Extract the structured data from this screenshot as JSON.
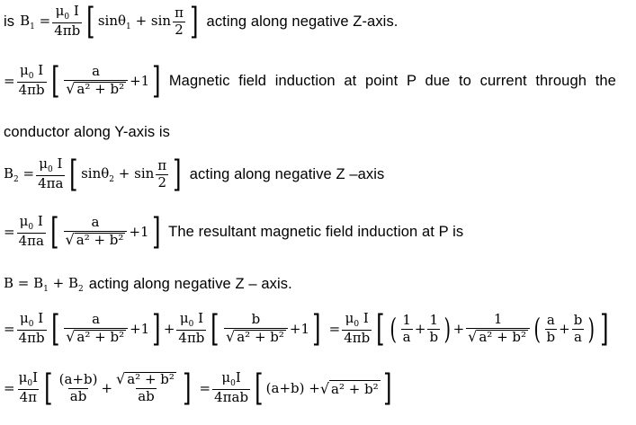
{
  "lines": {
    "l1": {
      "lead": "is",
      "lhs": "B",
      "lhs_sub": "1",
      "mu": "μ",
      "mu_sub": "0",
      "cur": "I",
      "den": "4πb",
      "sin1": "sinθ",
      "sin1_sub": "1",
      "plus": "+",
      "sin2": "sin",
      "pi": "π",
      "two": "2",
      "text": "acting along negative Z-axis."
    },
    "l2": {
      "mu": "μ",
      "mu_sub": "0",
      "cur": "I",
      "den": "4πb",
      "a": "a",
      "rad": "a² + b²",
      "plus_one": "+1",
      "text": "Magnetic field induction at point P due to current through the"
    },
    "l3": {
      "text": "conductor along Y-axis is"
    },
    "l4": {
      "lhs": "B",
      "lhs_sub": "2",
      "mu": "μ",
      "mu_sub": "0",
      "cur": "I",
      "den": "4πa",
      "sin1": "sinθ",
      "sin1_sub": "2",
      "plus": "+",
      "sin2": "sin",
      "pi": "π",
      "two": "2",
      "text": "acting along negative Z –axis"
    },
    "l5": {
      "mu": "μ",
      "mu_sub": "0",
      "cur": "I",
      "den": "4πa",
      "a": "a",
      "rad": "a² + b²",
      "plus_one": "+1",
      "text": "The resultant magnetic field induction at P is"
    },
    "l6": {
      "eq": "B = B",
      "s1": "1",
      "plus": " + B",
      "s2": "2",
      "text": "acting along negative Z – axis."
    },
    "l7": {
      "mu": "μ",
      "mu_sub": "0",
      "cur": "I",
      "den1": "4πb",
      "den2": "4πb",
      "a": "a",
      "b": "b",
      "rad": "a² + b²",
      "plus_one": "+1",
      "one": "1",
      "term_a": "a",
      "term_b": "b",
      "ab_a": "a",
      "ab_b": "b"
    },
    "l8": {
      "mu": "μ",
      "mu_sub": "0",
      "cur": "I",
      "den": "4π",
      "ab_num": "(a+b)",
      "ab": "ab",
      "rad": "a² + b²",
      "den2": "4πab",
      "paren": "(a+b) +",
      "rad2": "a² + b²"
    }
  }
}
